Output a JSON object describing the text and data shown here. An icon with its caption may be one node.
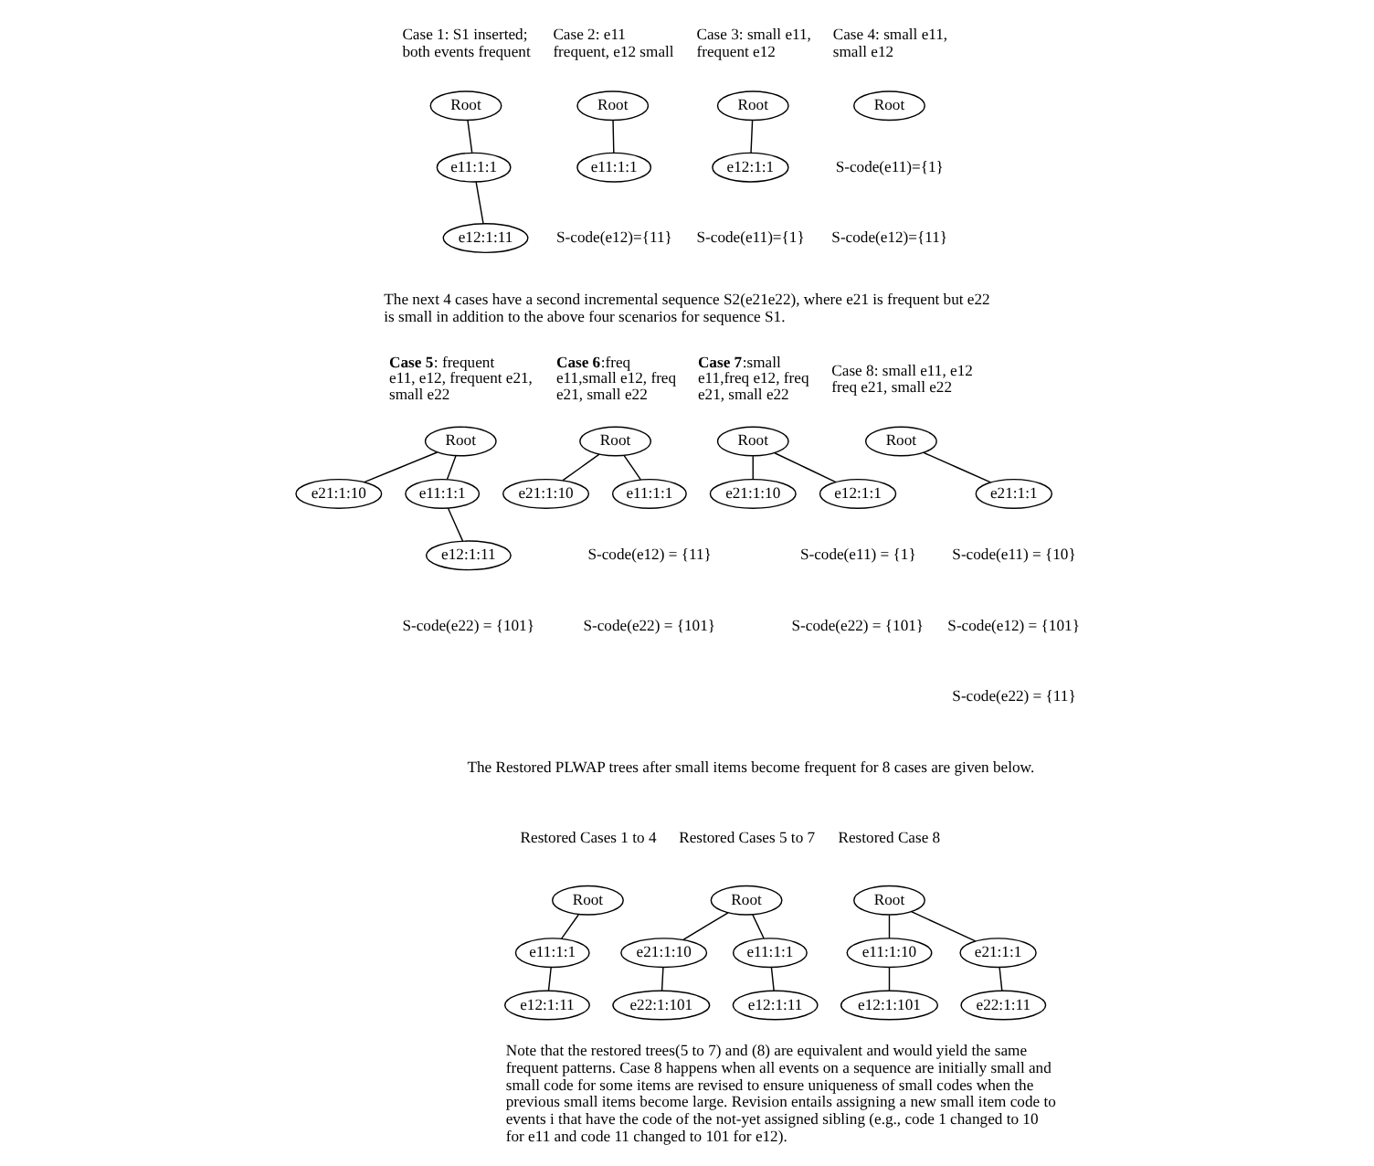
{
  "diagram": {
    "nodes": [
      {
        "text": [
          "Root"
        ]
      },
      {
        "text": [
          "e11:1:1"
        ]
      },
      {
        "text": [
          "e12:1:11"
        ]
      },
      {
        "text": [
          "Root"
        ]
      },
      {
        "text": [
          "e11:1:1"
        ]
      },
      {
        "text": [
          "Root"
        ]
      },
      {
        "text": [
          "e12:1:1"
        ]
      },
      {
        "text": [
          "Root"
        ]
      },
      {
        "text": [
          "Root"
        ]
      },
      {
        "text": [
          "e11:1:1"
        ]
      },
      {
        "text": [
          "e21:1:10"
        ]
      },
      {
        "text": [
          "e12:1:11"
        ]
      },
      {
        "text": [
          "Root"
        ]
      },
      {
        "text": [
          "e11:1:1"
        ]
      },
      {
        "text": [
          "e21:1:10"
        ]
      },
      {
        "text": [
          "Root"
        ]
      },
      {
        "text": [
          "e12:1:1"
        ]
      },
      {
        "text": [
          "e21:1:10"
        ]
      },
      {
        "text": [
          "Root"
        ]
      },
      {
        "text": [
          "e21:1:1"
        ]
      },
      {
        "text": [
          "Root"
        ]
      },
      {
        "text": [
          "e11:1:1"
        ]
      },
      {
        "text": [
          "e12:1:11"
        ]
      },
      {
        "text": [
          "Root"
        ]
      },
      {
        "text": [
          "e11:1:1"
        ]
      },
      {
        "text": [
          "e21:1:10"
        ]
      },
      {
        "text": [
          "e12:1:11"
        ]
      },
      {
        "text": [
          "e22:1:101"
        ]
      },
      {
        "text": [
          "Root"
        ]
      },
      {
        "text": [
          "e21:1:1"
        ]
      },
      {
        "text": [
          "e11:1:10"
        ]
      },
      {
        "text": [
          "e22:1:11"
        ]
      },
      {
        "text": [
          "e12:1:101"
        ]
      }
    ],
    "edges": [
      {
        "from": 0,
        "to": 1,
        "arrow": "none"
      },
      {
        "from": 1,
        "to": 2,
        "arrow": "none"
      },
      {
        "from": 3,
        "to": 4,
        "arrow": "none"
      },
      {
        "from": 5,
        "to": 6,
        "arrow": "none"
      },
      {
        "from": 8,
        "to": 9,
        "arrow": "none"
      },
      {
        "from": 8,
        "to": 10,
        "arrow": "none"
      },
      {
        "from": 9,
        "to": 11,
        "arrow": "none"
      },
      {
        "from": 12,
        "to": 13,
        "arrow": "none"
      },
      {
        "from": 12,
        "to": 14,
        "arrow": "none"
      },
      {
        "from": 15,
        "to": 16,
        "arrow": "none"
      },
      {
        "from": 15,
        "to": 17,
        "arrow": "none"
      },
      {
        "from": 18,
        "to": 19,
        "arrow": "none"
      },
      {
        "from": 20,
        "to": 21,
        "arrow": "none"
      },
      {
        "from": 21,
        "to": 22,
        "arrow": "none"
      },
      {
        "from": 23,
        "to": 24,
        "arrow": "none"
      },
      {
        "from": 23,
        "to": 25,
        "arrow": "none"
      },
      {
        "from": 24,
        "to": 26,
        "arrow": "none"
      },
      {
        "from": 25,
        "to": 27,
        "arrow": "none"
      },
      {
        "from": 28,
        "to": 29,
        "arrow": "none"
      },
      {
        "from": 28,
        "to": 30,
        "arrow": "none"
      },
      {
        "from": 29,
        "to": 31,
        "arrow": "none"
      },
      {
        "from": 30,
        "to": 32,
        "arrow": "none"
      }
    ],
    "labels": [
      "Case 1: S1 inserted; both events frequent",
      "Case 2: e11 frequent, e12 small",
      "Case 3: small e11, frequent e12",
      "Case 4: small e11, small e12",
      "S-code(e12)={11}",
      "S-code(e11)={1}",
      "S-code(e11)={1}",
      "S-code(e12)={11}",
      "The next 4 cases have a second incremental sequence S2(e21e22), where e21 is frequent but e22 is small in addition to the above four scenarios for sequence S1.",
      "**Case 5**: frequent e11, e12, frequent e21, small e22",
      "**Case 6**:freq e11,small e12, freq e21, small e22",
      "**Case 7**:small e11,freq e12, freq e21, small e22",
      "Case 8: small e11, e12 freq e21, small e22",
      "S-code(e22) = {101}",
      "S-code(e12) = {11}",
      "S-code(e22) = {101}",
      "S-code(e11) = {1}",
      "S-code(e22) = {101}",
      "S-code(e11) = {10}",
      "S-code(e12) = {101}",
      "S-code(e22) = {11}",
      "The Restored PLWAP trees after small items become frequent for 8 cases are given below.",
      "Restored Cases 1 to 4",
      "Restored Cases 5 to 7",
      "Restored Case 8",
      "Note that the restored trees(5 to 7) and (8) are equivalent and would yield the same frequent patterns. Case 8 happens when all events on a sequence are initially small and small code for some items are revised to ensure uniqueness of small codes when the previous small items become large. Revision entails assigning a new small item code to events i that have the code of the not-yet assigned sibling (e.g., code 1 changed to 10 for e11 and code 11 changed to 101 for e12)."
    ]
  }
}
